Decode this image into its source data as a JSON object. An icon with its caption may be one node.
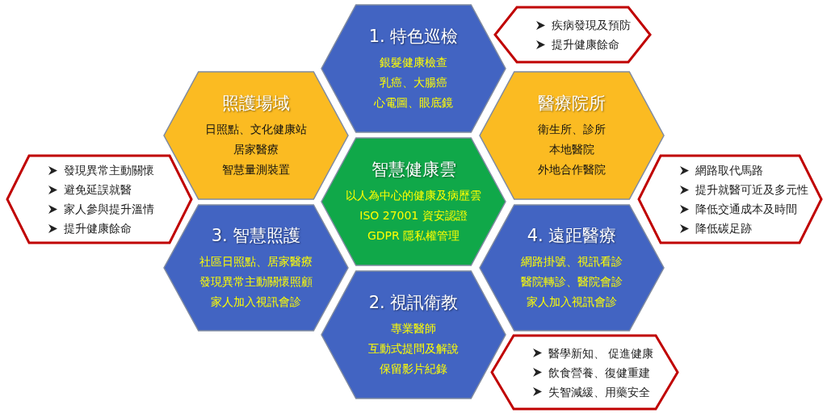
{
  "diagram": {
    "nodes": [
      {
        "text": [
          "1. 特色巡檢",
          "銀髮健康檢查",
          "乳癌、大腸癌",
          "心電圖、眼底鏡"
        ]
      },
      {
        "text": [
          "疾病發現及預防",
          "提升健康餘命"
        ]
      },
      {
        "text": [
          "照護場域",
          "日照點、文化健康站",
          "居家醫療",
          "智慧量測裝置"
        ]
      },
      {
        "text": [
          "醫療院所",
          "衛生所、診所",
          "本地醫院",
          "外地合作醫院"
        ]
      },
      {
        "text": [
          "發現異常主動關懷",
          "避免延誤就醫",
          "家人參與提升溫情",
          "提升健康餘命"
        ]
      },
      {
        "text": [
          "智慧健康雲",
          "以人為中心的健康及病歷雲",
          "ISO 27001 資安認證",
          "GDPR 隱私權管理"
        ]
      },
      {
        "text": [
          "網路取代馬路",
          "提升就醫可近及多元性",
          "降低交通成本及時間",
          "降低碳足跡"
        ]
      },
      {
        "text": [
          "3. 智慧照護",
          "社區日照點、居家醫療",
          "發現異常主動關懷照顧",
          "家人加入視訊會診"
        ]
      },
      {
        "text": [
          "4. 遠距醫療",
          "網路掛號、視訊看診",
          "醫院轉診、醫院會診",
          "家人加入視訊會診"
        ]
      },
      {
        "text": [
          "2. 視訊衛教",
          "專業醫師",
          "互動式提問及解說",
          "保留影片紀錄"
        ]
      },
      {
        "text": [
          "醫學新知、 促進健康",
          "飲食營養、復健重建",
          "失智減緩、用藥安全"
        ]
      }
    ],
    "edges": []
  }
}
